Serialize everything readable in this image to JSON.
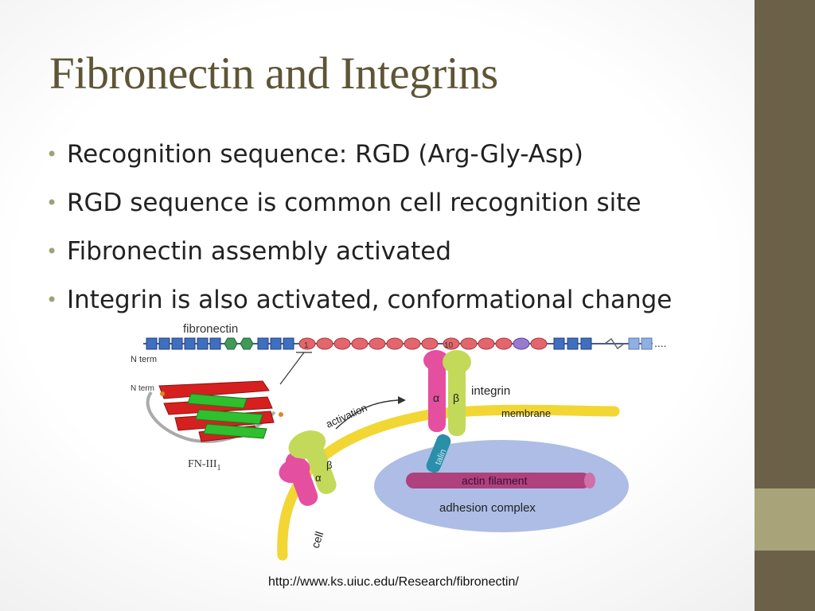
{
  "slide": {
    "title": "Fibronectin and Integrins",
    "bullets": [
      "Recognition sequence: RGD (Arg-Gly-Asp)",
      "RGD sequence is common cell recognition site",
      "Fibronectin assembly activated",
      "Integrin is also activated, conformational change"
    ],
    "source": "http://www.ks.uiuc.edu/Research/fibronectin/"
  },
  "diagram": {
    "fibronectin": "fibronectin",
    "n_term": "N term",
    "n_term_protein": "N term",
    "fn_domain": "FN-III",
    "fn_domain_sub": "1",
    "module_1": "1",
    "module_10": "10",
    "integrin": "integrin",
    "membrane": "membrane",
    "activation": "activation",
    "talin": "talin",
    "actin_filament": "actin filament",
    "adhesion_complex": "adhesion complex",
    "cell": "cell",
    "alpha": "α",
    "beta": "β"
  },
  "colors": {
    "title": "#5e5536",
    "sidebar": "#6b6048",
    "sidebar_accent": "#a9a37a",
    "bullet_dot": "#9ea27a",
    "module_blue": "#3f6fc0",
    "module_green": "#3f9a5a",
    "module_red": "#e3666c",
    "membrane": "#f2d633",
    "integrin_alpha": "#e44fa0",
    "integrin_beta": "#c3d95a",
    "adhesion": "#9fb1e0",
    "actin": "#b0417f",
    "talin": "#2a8fa8"
  }
}
